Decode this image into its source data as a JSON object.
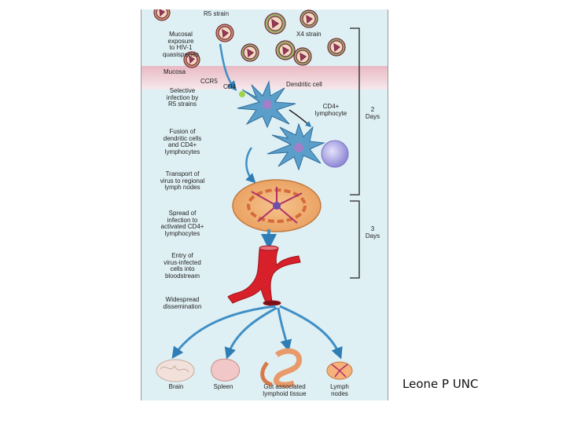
{
  "labels": {
    "r5_strain": "R5 strain",
    "x4_strain": "X4 strain",
    "mucosal_exposure": [
      "Mucosal",
      "exposure",
      "to HIV-1",
      "quasispecies"
    ],
    "mucosa": "Mucosa",
    "ccr5": "CCR5",
    "cd4": "CD4",
    "dendritic_cell": "Dendritic cell",
    "cd4_lymphocyte": [
      "CD4+",
      "lymphocyte"
    ],
    "selective_infection": [
      "Selective",
      "infection by",
      "R5 strains"
    ],
    "fusion": [
      "Fusion of",
      "dendritic cells",
      "and CD4+",
      "lymphocytes"
    ],
    "transport": [
      "Transport of",
      "virus to regional",
      "lymph nodes"
    ],
    "spread": [
      "Spread of",
      "infection to",
      "activated CD4+",
      "lymphocytes"
    ],
    "entry": [
      "Entry of",
      "virus-infected",
      "cells into",
      "bloodstream"
    ],
    "dissemination": [
      "Widespread",
      "dissemination"
    ],
    "days_1": [
      "2",
      "Days"
    ],
    "days_2": [
      "3",
      "Days"
    ],
    "brain": "Brain",
    "spleen": "Spleen",
    "gut": [
      "Gut associated",
      "lymphoid tissue"
    ],
    "lymph_nodes": [
      "Lymph",
      "nodes"
    ]
  },
  "credit": "Leone P UNC",
  "colors": {
    "panel_bg": "#dff0f4",
    "mucosa_band": "#e8c9cf",
    "dendritic_cell": "#5b9ec9",
    "lymphocyte": "#b9b4e6",
    "vessel": "#d8202b",
    "arrow": "#3f8fc6",
    "virus": "#9a3b5a"
  }
}
